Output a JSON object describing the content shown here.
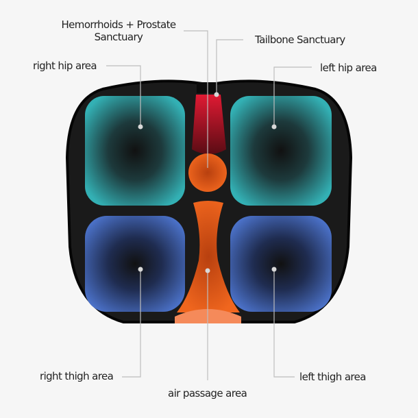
{
  "title": "Seat cushion zone diagram",
  "labels": {
    "hemorrhoids_line1": "Hemorrhoids + Prostate",
    "hemorrhoids_line2": "Sanctuary",
    "tailbone": "Tailbone Sanctuary",
    "right_hip": "right hip area",
    "left_hip": "left hip area",
    "right_thigh": "right thigh area",
    "left_thigh": "left thigh area",
    "air_passage": "air passage area"
  },
  "colors": {
    "hip_zone": "#2fa3a8",
    "thigh_zone": "#3f64b8",
    "tailbone_zone": "#c4182b",
    "center_zone": "#e8581a",
    "cushion": "#1a1a1a",
    "leader_line": "#bdbdbd"
  }
}
